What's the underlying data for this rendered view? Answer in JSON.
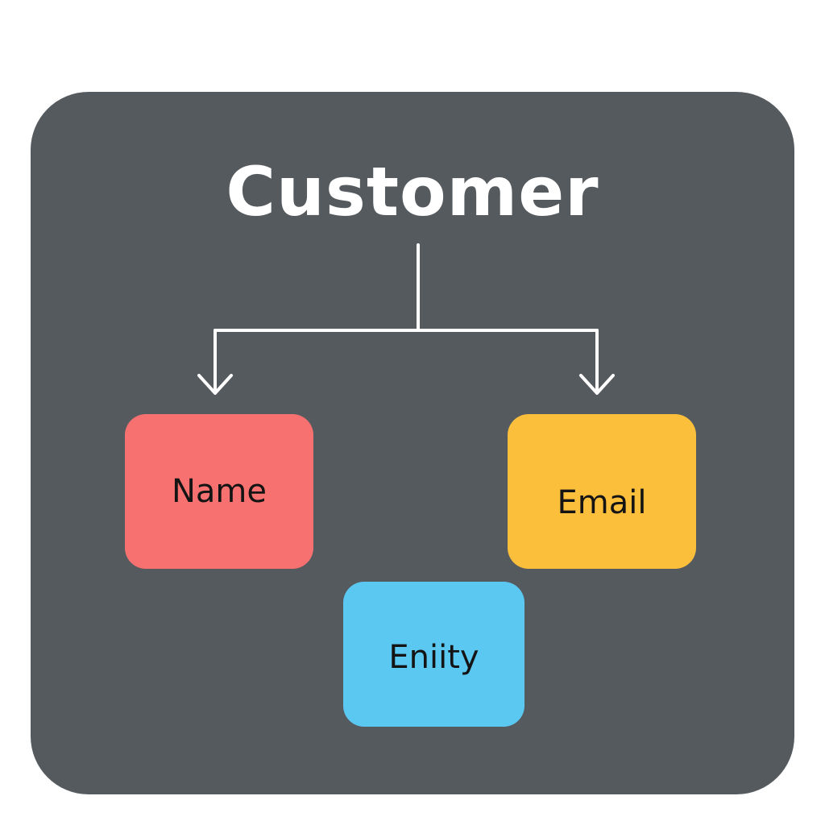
{
  "diagram": {
    "title": "Customer",
    "nodes": [
      {
        "id": "name",
        "label": "Name",
        "color": "#f87171"
      },
      {
        "id": "email",
        "label": "Email",
        "color": "#fbbf3c"
      },
      {
        "id": "entity",
        "label": "Eniity",
        "color": "#5bc8f2"
      }
    ],
    "edges": [
      {
        "from": "title",
        "to": "name"
      },
      {
        "from": "title",
        "to": "email"
      }
    ],
    "colors": {
      "panel": "#555a5f",
      "connector": "#ffffff",
      "title_text": "#ffffff",
      "node_text": "#141414"
    }
  }
}
